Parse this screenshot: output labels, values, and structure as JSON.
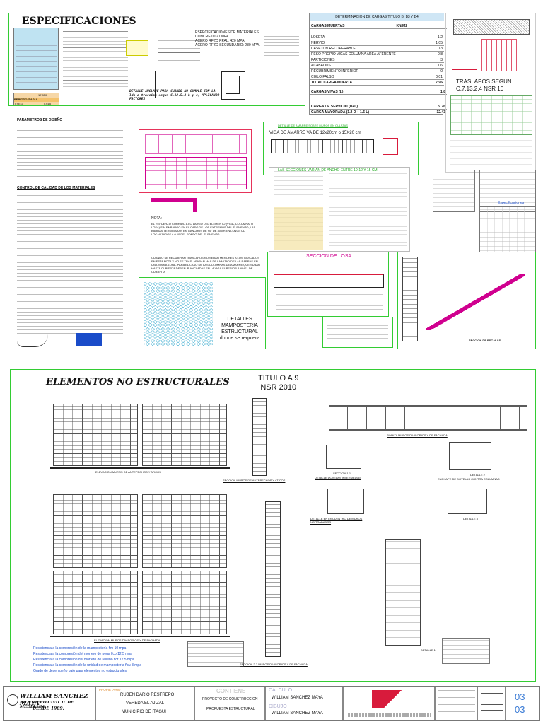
{
  "sheet": {
    "especificaciones_title": "ESPECIFICACIONES",
    "materiales_heading": "ESPECIFICACIONES DE MATERIALES:",
    "materiales_lines": [
      "CONCRETO 21 MPA",
      "ACERO RFZO PPAL: 420 MPA",
      "ACERO RFZO SECUNDARIO: 280 MPA."
    ],
    "detalle_anclaje": "DETALLE ANCLAJE PARA CUANDO NO CUMPLE CON LA ldh a traccion segun C.12.5.3 b y c, APLICANDO FACTORES",
    "periodo_label": "PERIODO ITAGUI",
    "periodo_value": "0.615",
    "hzo_value": "17.850",
    "t_label": "T SEG"
  },
  "cargas": {
    "title": "DETERMINACION DE CARGAS TITULO B: B3 Y B4",
    "header_left": "CARGAS MUERTAS",
    "header_right": "KN/M2",
    "rows": [
      {
        "label": "LOSETA",
        "value": "1.2"
      },
      {
        "label": "NERVIO",
        "value": "1.05"
      },
      {
        "label": "CASETON RECUPERABLE",
        "value": "0.3"
      },
      {
        "label": "PESO PROPIO VIGAS COLUMNA AREA AFERENTE",
        "value": "0.8"
      },
      {
        "label": "PARTICIONES",
        "value": "3"
      },
      {
        "label": "ACABADOS",
        "value": "1.6"
      },
      {
        "label": "RECUBRIMIENTO INFERIOR",
        "value": "0"
      },
      {
        "label": "CIELO FALSO",
        "value": "0.01"
      },
      {
        "label": "TOTAL CARGA MUERTA",
        "value": "7.96"
      }
    ],
    "vivas_label": "CARGAS VIVAS (L)",
    "vivas_value": "1.8",
    "servicio_label": "CARGA DE SERVICIO (D+L)",
    "servicio_value": "9.76",
    "mayorada_label": "CARGA MAYORADA (1.2 D + 1.6 L)",
    "mayorada_value": "12.43"
  },
  "traslapos": {
    "line1": "TRASLAPOS SEGUN",
    "line2": "C.7.13.2.4 NSR 10"
  },
  "viga_amarre": {
    "title": "DETALLE DE AMARRE SOBRE MUROS EN CULATAS",
    "label": "VIGA DE AMARRE VA DE 12x20cm o 15X20 cm",
    "note": "LAS SECCIONES VARIAN DE ANCHO ENTRE 10-12 Y 15 CM"
  },
  "mamposteria": {
    "l1": "DETALLES",
    "l2": "MAMPOSTERIA",
    "l3": "ESTRUCTURAL",
    "l4": "donde se requiera"
  },
  "seccion_losa": "SECCION DE LOSA",
  "escalas": "SECCION DE ESCALAS",
  "especificaciones_tabla": "Especificaciones",
  "parametros_heading": "PARAMETROS DE DISEÑO",
  "control_heading": "CONTROL DE CALIDAD DE LOS MATERIALES",
  "nota_label": "NOTA:",
  "nota_texto": "EL REFUERZO CORRIDO A LO LARGO DEL ELEMENTO (VIGA, COLUMNA, O LOSA) SIN EMBARGO EN EL CASO DE LOS EXTREMOS DEL ELEMENTO, LAS BARRAS TERMINARAN EN GANCHOS DE 90° DE 30 cm EN LONGITUD LOCALIZADOS A 0.60 DEL FONDO DEL ELEMENTO.",
  "nota_texto2": "CUANDO SE REQUIERAN TRASLAPOS NO SERÁN MENORES A LOS INDICADOS EN ESTA NOTA Y NO SE TRASLAPARAN MAS DE LA MITAD DE LAS BARRAS EN UNA MISMA ZONA. PARA EL CASO DE LAS COLUMNAS DE AMARRE QUE SUBAN HASTA CUBIERTA DEBEN IR ANCLADAS EN LA VIGA SUPERIOR A NIVEL DE CUBIERTA",
  "elementos": {
    "title": "ELEMENTOS NO ESTRUCTURALES",
    "titulo_a9_l1": "TITULO A 9",
    "titulo_a9_l2": "NSR 2010",
    "sec_antepechos": "SECCION MUROS DE ANTEPECHOS Y ATICOS",
    "sec_divisorios": "SECCION 2-2 MUROS DIVISORIOS Y DE FACHADA",
    "planta": "PLANTA MUROS DIVISORIOS Y DE FACHADA",
    "elevacion_antepechos": "ELEVACION MUROS DE ANTEPECHOS Y ATICOS",
    "elevacion_divisorios": "ELEVACION MUROS DIVISORIOS Y DE FACHADA",
    "seccion_1": "SECCION 1-1",
    "detalle_dovelas": "DETALLE DOVELAS INTERMEDIAS",
    "detalle_2": "DETALLE 2",
    "enchape": "ENCHAPE DE DOVELAS CONTRA COLUMNAS",
    "detalle_en_encuentro": "DETALLE EN ENCUENTRO DE MUROS NO TRABADOS",
    "detalle_1": "DETALLE 1",
    "detalle_3": "DETALLE 3",
    "resistencias": [
      "Resistencia a la compresión de la mampostería f'm 10 mpa",
      "Resistencia a la compresión del mortero de pega f'cp 12.5 mpa",
      "Resistencia a la compresión del mortero de relleno f'cr 12.5 mpa",
      "Resistencia a la compresión de la unidad de mampostería f'cu 3 mpa",
      "Grado de desempeño bajo para elementos no estructurales"
    ]
  },
  "title_block": {
    "company": "WILLIAM SANCHEZ MAYA",
    "subtitle": "INGENIERO CIVIL U. DE MEDELLIN.",
    "since": "DESDE 1989.",
    "propietario_label": "PROPIETARIO",
    "propietario": "RUBEN DARIO RESTREPO",
    "vereda": "VEREDA EL AJIZAL",
    "municipio": "MUNICIPIO DE ITAGUI",
    "contiene_label": "CONTIENE",
    "contiene1": "PROYECTO DE CONSTRUCCION",
    "contiene2": "PROPUESTA ESTRUCTURAL",
    "calculo_label": "CALCULO",
    "calculo": "WILLIAM SANCHEZ MAYA",
    "dibujo_label": "DIBUJO",
    "dibujo": "WILLIAM SANCHEZ MAYA",
    "sheet_num": "03",
    "sheet_total": "03"
  },
  "colors": {
    "frame_green": "#33cc33",
    "frame_red": "#e6335a",
    "cyan": "#bfe3f2",
    "magenta": "#d0008f"
  }
}
